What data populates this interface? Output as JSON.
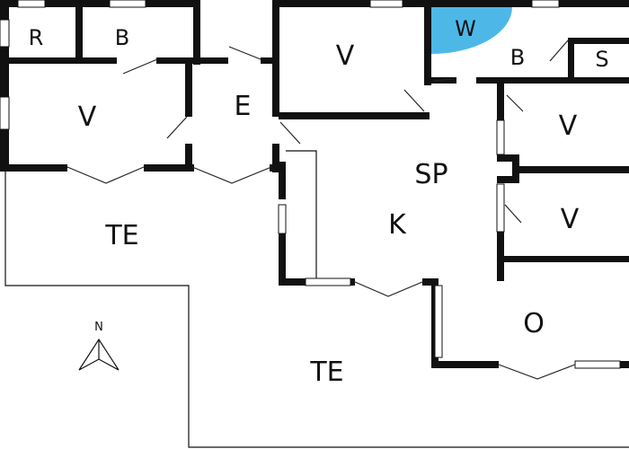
{
  "rooms": {
    "r": "R",
    "b1": "B",
    "v1": "V",
    "e": "E",
    "v_top": "V",
    "w": "W",
    "b2": "B",
    "s": "S",
    "v_right1": "V",
    "sp": "SP",
    "k": "K",
    "v_right2": "V",
    "te_left": "TE",
    "te_bottom": "TE",
    "o": "O"
  },
  "compass": {
    "label": "N"
  },
  "colors": {
    "wall": "#111111",
    "wc": "#4db8e8",
    "background": "#ffffff"
  }
}
